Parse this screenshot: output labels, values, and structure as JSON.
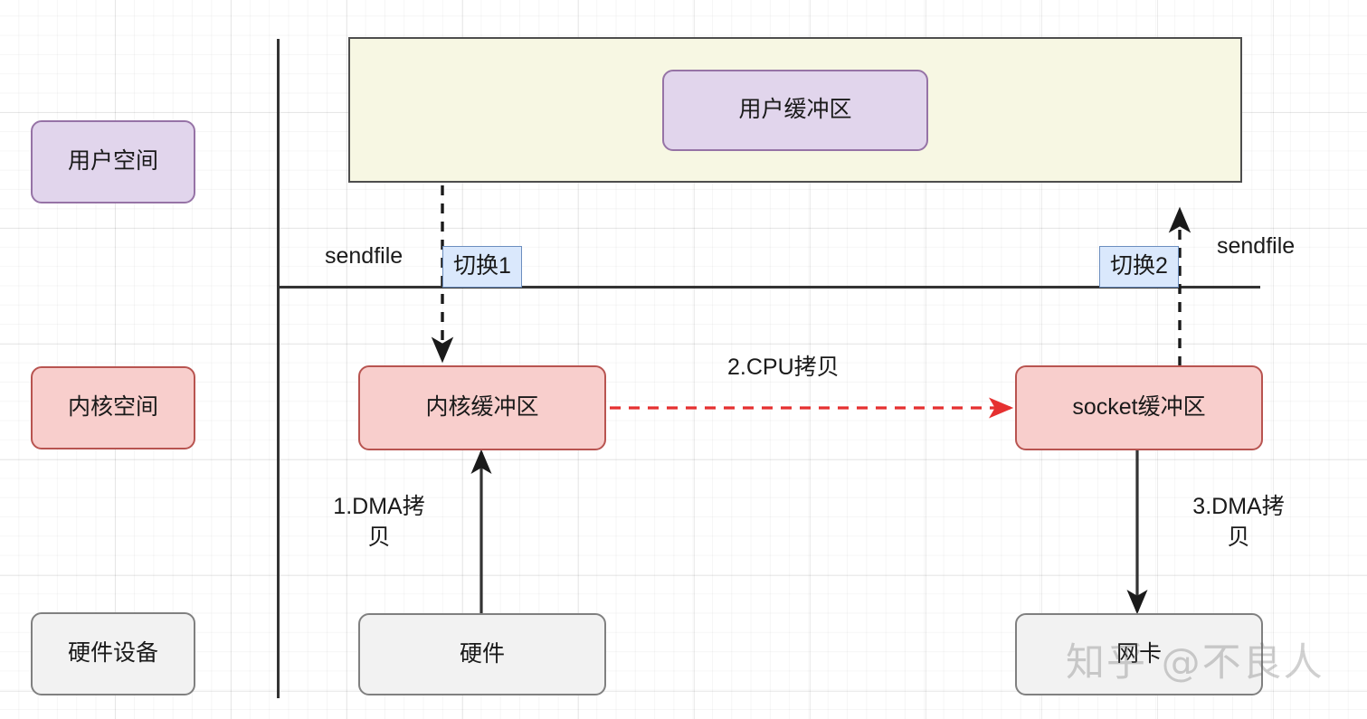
{
  "diagram": {
    "title": "sendfile zero-copy data flow",
    "lanes": [
      {
        "id": "user-space",
        "label": "用户空间",
        "color": "#e1d5ec",
        "border": "#9673a6"
      },
      {
        "id": "kernel-space",
        "label": "内核空间",
        "color": "#f8cecc",
        "border": "#b85450"
      },
      {
        "id": "hardware-device",
        "label": "硬件设备",
        "color": "#f2f2f2",
        "border": "#808080"
      }
    ],
    "region": {
      "id": "user-space-region",
      "fill": "#f7f7e3",
      "stroke": "#4d4d4d"
    },
    "nodes": [
      {
        "id": "user-buffer",
        "label": "用户缓冲区"
      },
      {
        "id": "kernel-buffer",
        "label": "内核缓冲区"
      },
      {
        "id": "socket-buffer",
        "label": "socket缓冲区"
      },
      {
        "id": "hardware",
        "label": "硬件"
      },
      {
        "id": "nic",
        "label": "网卡"
      }
    ],
    "switches": [
      {
        "id": "switch-1",
        "label": "切换1"
      },
      {
        "id": "switch-2",
        "label": "切换2"
      }
    ],
    "edge_labels": [
      {
        "id": "sendfile-left",
        "label": "sendfile"
      },
      {
        "id": "sendfile-right",
        "label": "sendfile"
      },
      {
        "id": "dma-copy-1",
        "label": "1.DMA拷\n贝"
      },
      {
        "id": "cpu-copy-2",
        "label": "2.CPU拷贝"
      },
      {
        "id": "dma-copy-3",
        "label": "3.DMA拷\n贝"
      }
    ],
    "colors": {
      "cpu_copy_arrow": "#e53030",
      "dma_arrow": "#333333",
      "switch_fill": "#dae8fc",
      "switch_stroke": "#6c8ebf"
    },
    "watermark": "知乎 @不良人"
  }
}
